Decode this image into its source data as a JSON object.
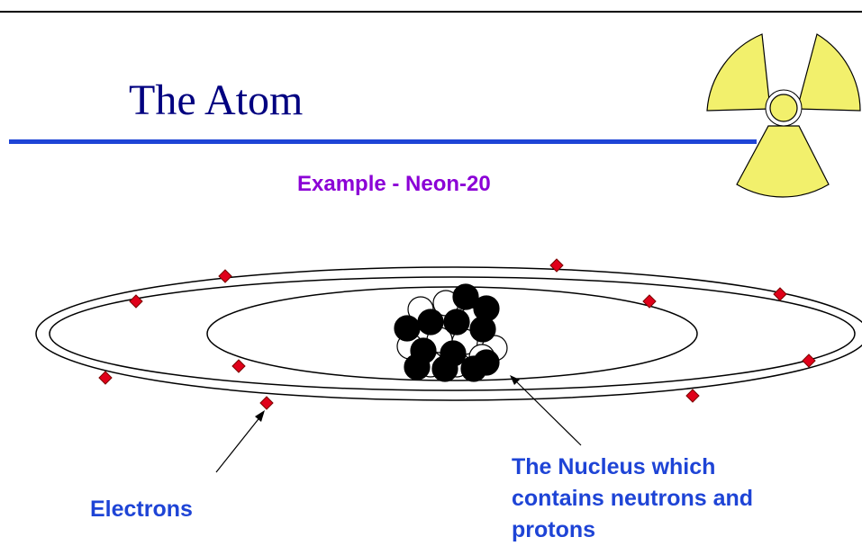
{
  "title": "The Atom",
  "subtitle": "Example - Neon-20",
  "labels": {
    "electrons": "Electrons",
    "nucleus_lines": [
      "The Nucleus which",
      "contains neutrons and",
      "protons"
    ]
  },
  "counts": {
    "electrons": 10,
    "protons": 10,
    "neutrons": 10
  },
  "icons": {
    "corner_symbol": "radiation-trefoil-icon"
  },
  "colors": {
    "title": "#000080",
    "title_rule": "#1e44d6",
    "subtitle": "#8b00d6",
    "label": "#1e44d6",
    "electron": "#e0001a",
    "radiation": "#f2f06c"
  }
}
